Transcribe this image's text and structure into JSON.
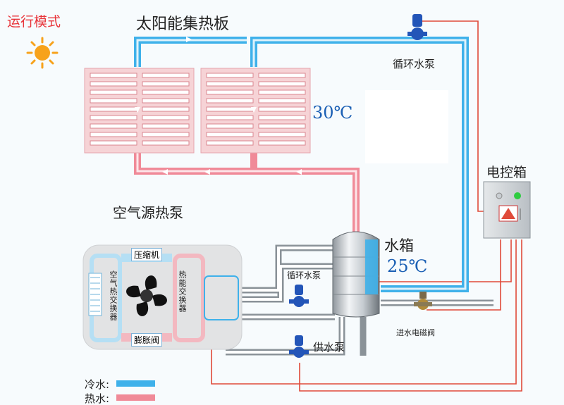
{
  "mode_title": "运行模式",
  "solar_panel_label": "太阳能集热板",
  "circ_pump_top_label": "循环水泵",
  "panel_temp": "30℃",
  "control_box_label": "电控箱",
  "heat_pump_label": "空气源热泵",
  "tank_label": "水箱",
  "tank_temp": "25℃",
  "circ_pump_mid_label": "循环水泵",
  "supply_pump_label": "供水泵",
  "solenoid_valve_label": "进水电磁阀",
  "compressor_label": "压缩机",
  "expansion_valve_label": "膨胀阀",
  "air_exchanger_label": "空气热交换器",
  "heat_exchanger_label": "热能交换器",
  "legend": [
    {
      "label": "冷水:",
      "color": "#3fb1ea"
    },
    {
      "label": "热水:",
      "color": "#f08a98"
    }
  ],
  "colors": {
    "cold_pipe": "#3fb1ea",
    "hot_pipe": "#f08a98",
    "temp_text": "#1a5fb4",
    "title_text": "#e8343a",
    "panel_fill": "#f6d3d6",
    "pump": "#2355b8",
    "led": "#2ecc40",
    "wire": "#e04a3a"
  },
  "icons": [
    "sun-icon",
    "pump-icon",
    "fan-icon",
    "warning-icon",
    "valve-icon"
  ]
}
